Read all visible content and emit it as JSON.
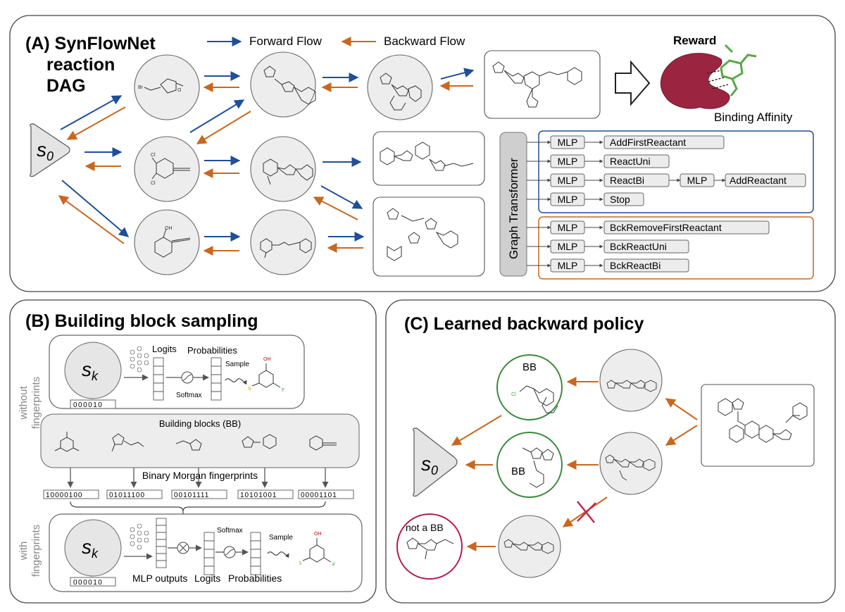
{
  "panel_a": {
    "title_1": "(A) SynFlowNet",
    "title_2": "reaction",
    "title_3": "DAG",
    "legend_forward": "Forward Flow",
    "legend_backward": "Backward Flow",
    "source_state": "s",
    "source_sub": "0",
    "reward_label": "Reward",
    "binding_label": "Binding Affinity",
    "graph_transformer": "Graph Transformer",
    "mlp": "MLP",
    "actions_forward": [
      "AddFirstReactant",
      "ReactUni",
      "ReactBi",
      "Stop"
    ],
    "add_reactant": "AddReactant",
    "actions_backward": [
      "BckRemoveFirstReactant",
      "BckReactUni",
      "BckReactBi"
    ]
  },
  "panel_b": {
    "title": "(B) Building block sampling",
    "without_1": "without",
    "without_2": "fingerprints",
    "with_1": "with",
    "with_2": "fingerprints",
    "state": "s",
    "state_sub": "k",
    "state_bits": "000010",
    "logits": "Logits",
    "probabilities": "Probabilities",
    "sample": "Sample",
    "softmax": "Softmax",
    "building_blocks": "Building blocks (BB)",
    "morgan": "Binary Morgan fingerprints",
    "fingerprints": [
      "10000100",
      "01011100",
      "00101111",
      "10101001",
      "00001101"
    ],
    "mlp_outputs": "MLP outputs"
  },
  "panel_c": {
    "title": "(C) Learned backward policy",
    "bb": "BB",
    "not_bb": "not a BB",
    "source_state": "s",
    "source_sub": "0"
  },
  "colors": {
    "forward": "#1f4e9a",
    "backward": "#c9671e",
    "valid_bb": "#3a8a3a",
    "invalid_bb": "#b01e4a",
    "cross": "#c0294f",
    "protein": "#9b2540",
    "ligand": "#5aa845"
  }
}
